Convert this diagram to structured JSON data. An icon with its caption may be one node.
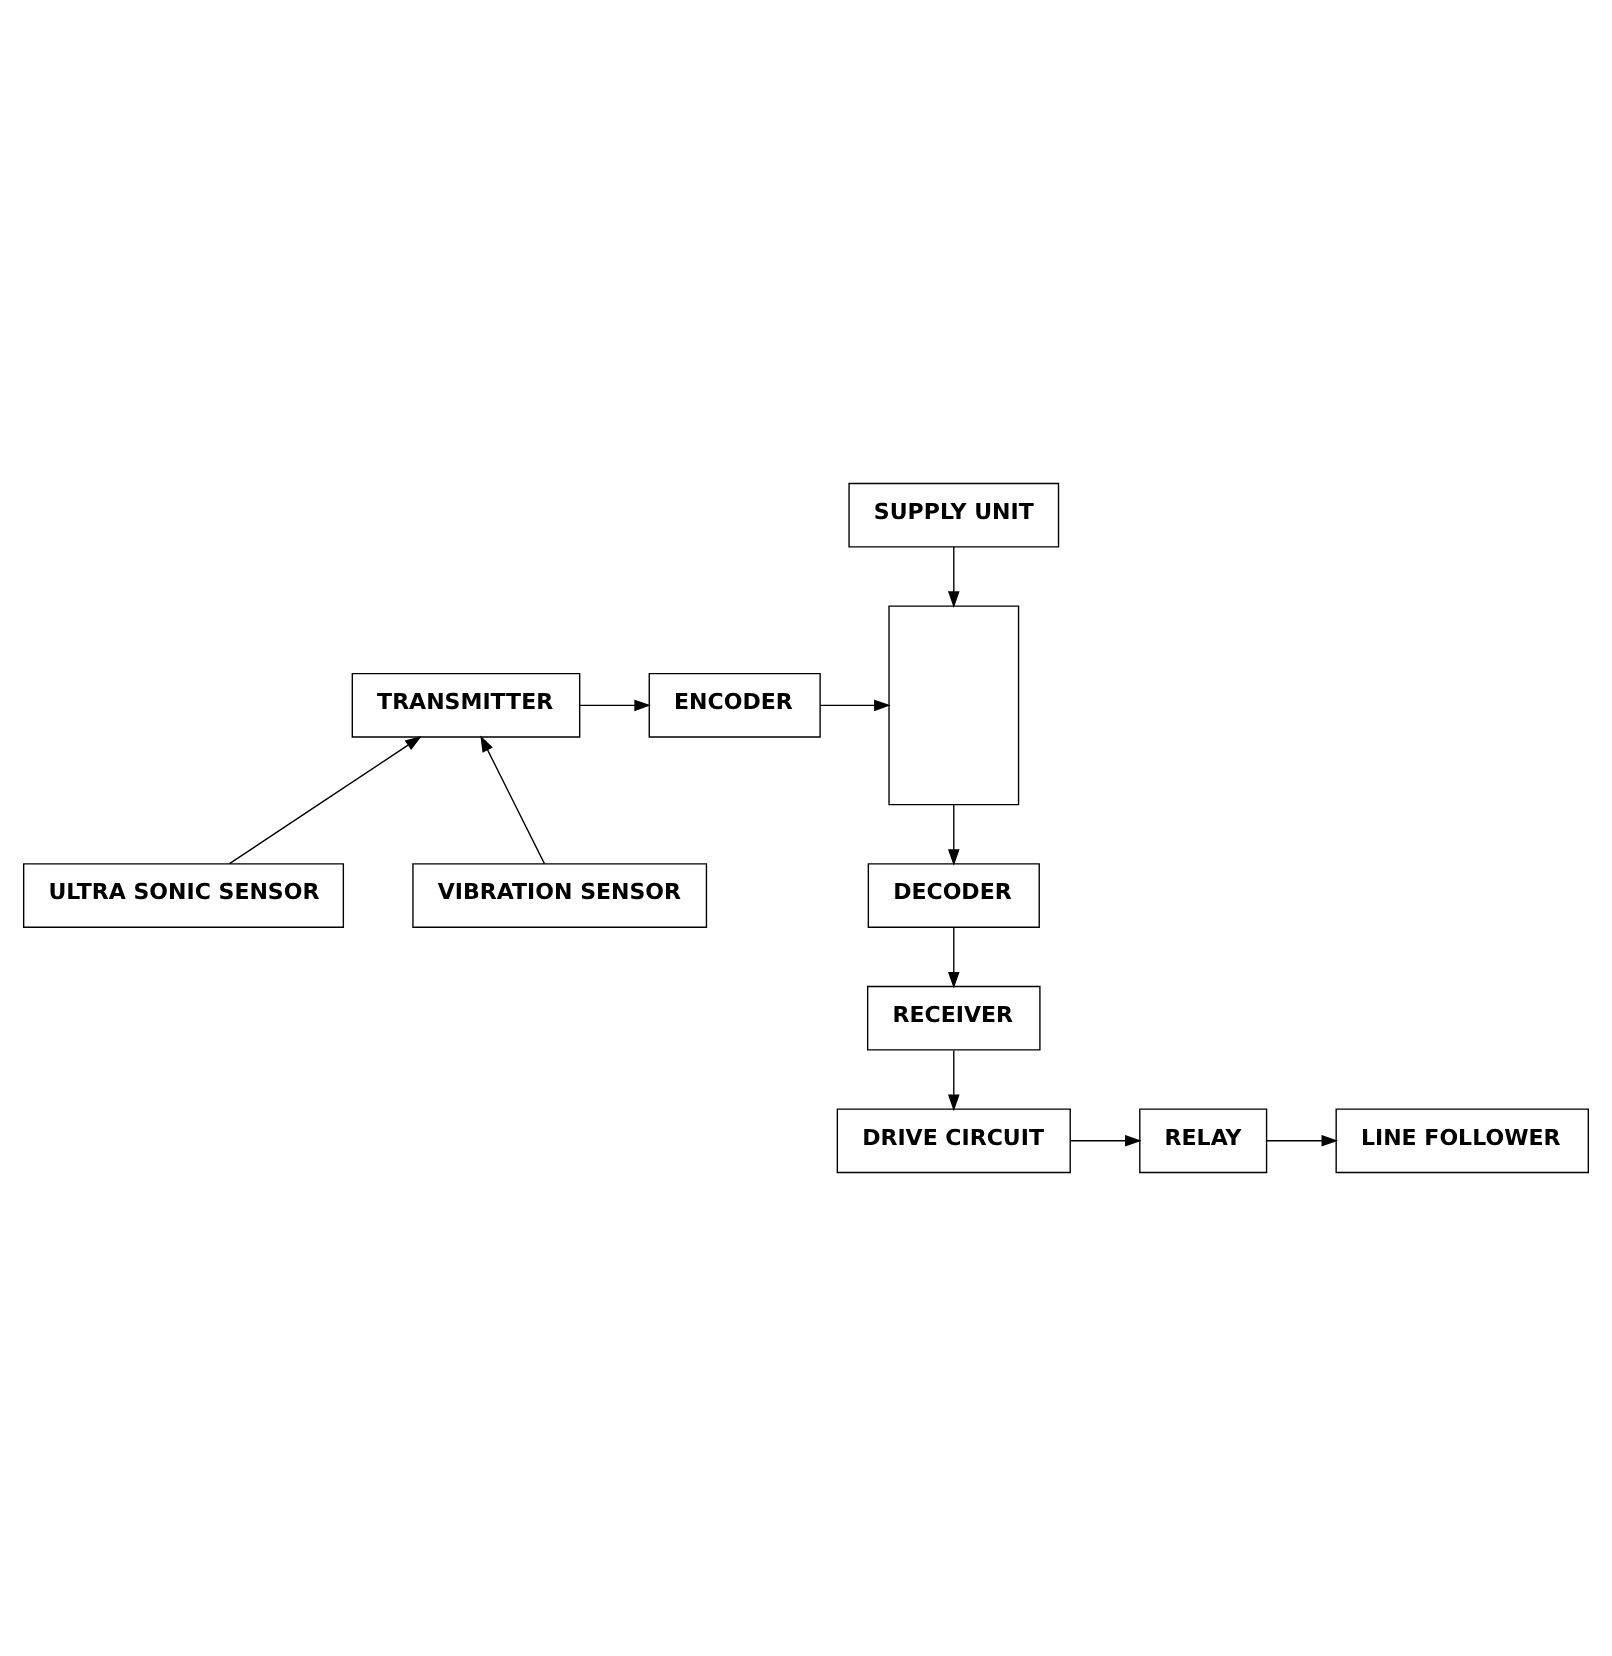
{
  "diagram": {
    "nodes": [
      {
        "text": [
          "SUPPLY UNIT"
        ]
      },
      {
        "text": [
          "TRANSMITTER"
        ]
      },
      {
        "text": [
          "ENCODER"
        ]
      },
      {
        "text": [],
        "shape": "box"
      },
      {
        "text": [
          "ULTRA SONIC SENSOR"
        ]
      },
      {
        "text": [
          "VIBRATION SENSOR"
        ]
      },
      {
        "text": [
          "DECODER"
        ]
      },
      {
        "text": [
          "RECEIVER"
        ]
      },
      {
        "text": [
          "DRIVE CIRCUIT"
        ]
      },
      {
        "text": [
          "RELAY"
        ]
      },
      {
        "text": [
          "LINE FOLLOWER"
        ]
      }
    ],
    "edges": [
      {
        "from": 0,
        "to": 3,
        "arrow": "to"
      },
      {
        "from": 1,
        "to": 2,
        "arrow": "to"
      },
      {
        "from": 2,
        "to": 3,
        "arrow": "to"
      },
      {
        "from": 4,
        "to": 1,
        "arrow": "to"
      },
      {
        "from": 5,
        "to": 1,
        "arrow": "to"
      },
      {
        "from": 3,
        "to": 6,
        "arrow": "to"
      },
      {
        "from": 6,
        "to": 7,
        "arrow": "to"
      },
      {
        "from": 7,
        "to": 8,
        "arrow": "to"
      },
      {
        "from": 8,
        "to": 9,
        "arrow": "to"
      },
      {
        "from": 9,
        "to": 10,
        "arrow": "to"
      }
    ]
  }
}
